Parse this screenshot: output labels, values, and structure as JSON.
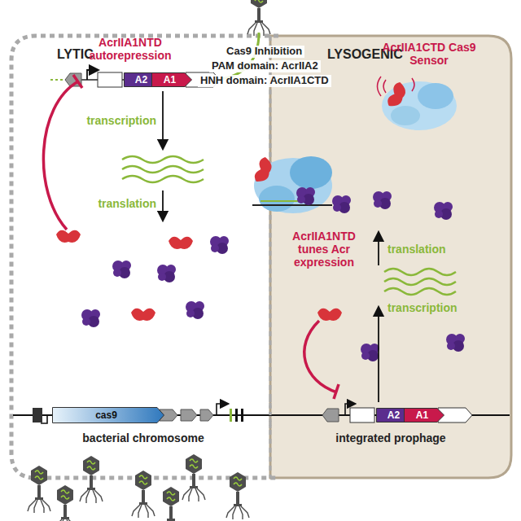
{
  "diagram": {
    "nodes": [
      {
        "text": [
          "LYTIC"
        ]
      },
      {
        "text": [
          "A2"
        ],
        "in": 0
      },
      {
        "text": [
          "A1"
        ],
        "in": 0
      },
      {
        "text": [
          "cas9"
        ],
        "in": 0
      },
      {
        "text": [
          "LYSOGENIC"
        ]
      },
      {
        "text": [
          "A2"
        ],
        "in": 4
      },
      {
        "text": [
          "A1"
        ],
        "in": 4
      }
    ],
    "labels": [
      "AcrIIA1NTD autorepression",
      "transcription",
      "translation",
      "Cas9 Inhibition",
      "PAM domain: AcrIIA2",
      "HNH domain: AcrIIA1CTD",
      "AcrIIA1CTD Cas9 Sensor",
      "AcrIIA1NTD tunes Acr expression",
      "translation",
      "transcription",
      "bacterial chromosome",
      "integrated prophage"
    ]
  }
}
